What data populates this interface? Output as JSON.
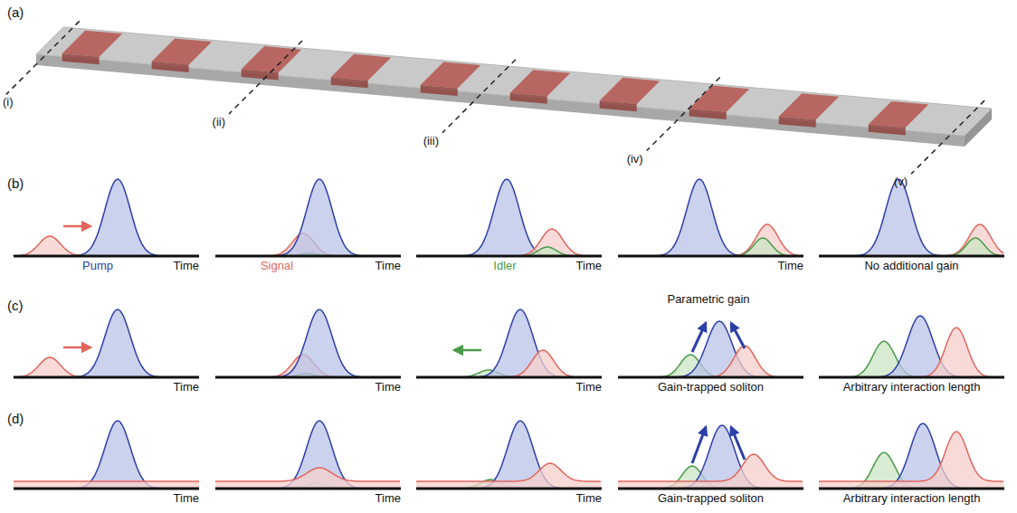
{
  "diagram": {
    "labels": [
      "(a)",
      "(i)",
      "(ii)",
      "(iii)",
      "(iv)",
      "(v)",
      "(b)",
      "Pump",
      "Time",
      "Signal",
      "Time",
      "Idler",
      "Time",
      "Time",
      "No additional gain",
      "(c)",
      "Time",
      "Time",
      "Time",
      "Parametric gain",
      "Gain-trapped soliton",
      "Arbitrary interaction length",
      "(d)",
      "Time",
      "Time",
      "Time",
      "Gain-trapped soliton",
      "Arbitrary interaction length"
    ]
  }
}
